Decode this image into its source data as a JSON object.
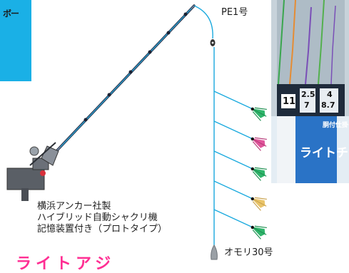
{
  "callout": {
    "text": "ボー"
  },
  "line_label": "PE1号",
  "machine_caption": {
    "line1": "横浜アンカー社製",
    "line2": "ハイブリッド自動シャクリ機",
    "line3": "記憶装置付き（プロトタイプ）"
  },
  "sinker_label": "オモリ30号",
  "photo": {
    "num_left": "11",
    "num_mid_top": "2.5",
    "num_mid_bottom": "7",
    "num_right_top": "4",
    "num_right_bottom": "8.7",
    "tag_main": "ライトチ",
    "tag_side": "胴付仕掛け"
  },
  "footer_text": "ライトアジ",
  "colors": {
    "callout_bg": "#1ab0e6",
    "line": "#19a9de",
    "rod": "#2c3c56",
    "lure_green": "#2fb56b",
    "lure_pink": "#e0559b",
    "lure_yellow": "#e9c46a",
    "footer": "#ff2e93"
  }
}
